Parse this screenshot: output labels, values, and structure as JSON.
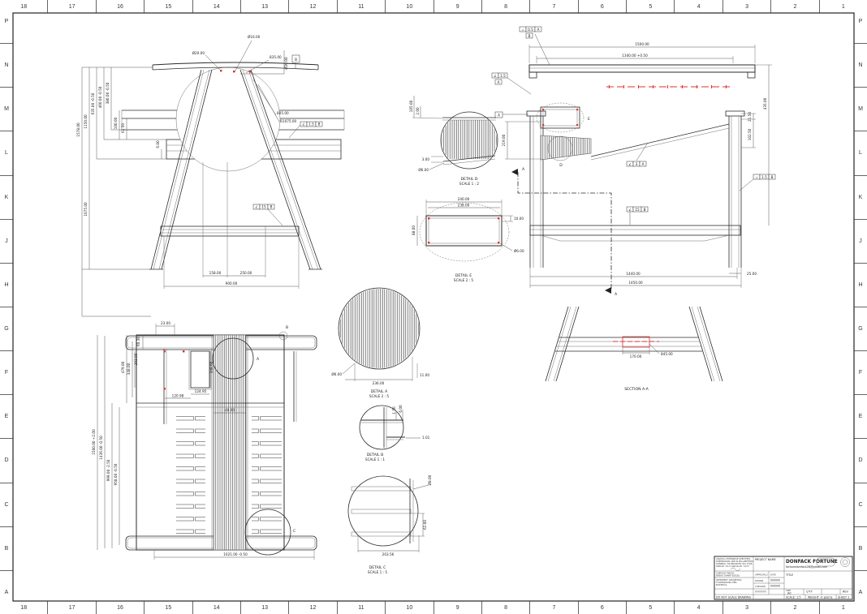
{
  "border": {
    "cols": [
      "18",
      "17",
      "16",
      "15",
      "14",
      "13",
      "12",
      "11",
      "10",
      "9",
      "8",
      "7",
      "6",
      "5",
      "4",
      "3",
      "2",
      "1"
    ],
    "rows": [
      "P",
      "N",
      "M",
      "L",
      "K",
      "J",
      "H",
      "G",
      "F",
      "E",
      "D",
      "C",
      "B",
      "A"
    ]
  },
  "side": {
    "dia20": "Ø20.00",
    "dia16": "Ø16.00",
    "d835": "835.00",
    "dia20v": "Ø20.00",
    "datum": "B",
    "d805": "805.00",
    "r1075": "R1075.00",
    "c1": "1578.00",
    "c2": "1150.00",
    "c3": "635.00 -0.50",
    "c4": "460.00 -0.50",
    "c5": "380.00 -0.50",
    "c6": "100.00",
    "c7": "61.50",
    "c8": "6.00",
    "c9": "1075.00",
    "b1": "158.00",
    "b2": "250.00",
    "b3": "900.00",
    "fcf1": {
      "s": "∠",
      "v": "1.5",
      "d": "B"
    },
    "fcf2": {
      "s": "∠",
      "v": "15",
      "d": "B"
    }
  },
  "front": {
    "d1500": "1500.00",
    "d1340": "1340.00 +0.50",
    "d435": "435.00",
    "d2150": "21.50",
    "d10250": "102.50",
    "d219": "219.00",
    "d1440": "1440.00",
    "d1450": "1450.00",
    "d25": "25.00",
    "fcf_top": {
      "s": "⊥",
      "v": "0.5",
      "d": "A"
    },
    "datum_top": "B",
    "fcf_left": {
      "s": "∠",
      "v": "1.5"
    },
    "datum_left": "A",
    "datum_edge": "A",
    "fcf_diag": {
      "s": "∠",
      "v": "3",
      "d": "A"
    },
    "fcf_str": {
      "s": "∠",
      "v": "15",
      "d": "B"
    },
    "fcf_leg": {
      "s": "⊥",
      "v": "1.5",
      "d": "B"
    },
    "lblD": "D",
    "lblE": "E",
    "secA": "A"
  },
  "details": {
    "d": {
      "t": "DETAIL D",
      "s": "SCALE 1 : 2",
      "d1": "105.00",
      "d2": "2.00",
      "d3": "3.00",
      "d4": "Ø6.00"
    },
    "e": {
      "t": "DETAIL E",
      "s": "SCALE 2 : 5",
      "d1": "240.00",
      "d2": "238.00",
      "d3": "10.00",
      "d4": "88.00",
      "d5": "Ø6.00"
    },
    "a": {
      "t": "DETAIL A",
      "s": "SCALE 2 : 5",
      "d1": "Ø6.00",
      "d2": "236.00",
      "d3": "11.00"
    },
    "b": {
      "t": "DETAIL B",
      "s": "SCALE 1 : 1",
      "d1": "1.50",
      "d2": "6.00",
      "d3": "1.01"
    },
    "c": {
      "t": "DETAIL C",
      "s": "SCALE 1 : 5",
      "d1": "Ø8.00",
      "d2": "62.00",
      "d3": "203.56"
    }
  },
  "plan": {
    "d23": "23.00",
    "d6030": "60.30",
    "d479": "479.00",
    "d348a": "348.00",
    "d293": "293.00",
    "d348b": "348.00",
    "d12495": "124.95",
    "d12098": "120.98",
    "d40": "40.00",
    "d1500": "1500.00 +2.00",
    "d1436": "1436.00 -0.50",
    "d999": "999.00 -2.50",
    "d958": "958.00 -0.50",
    "d1021": "1021.00 -0.50",
    "lblA": "A",
    "lblB": "B",
    "lblC": "C"
  },
  "section": {
    "title": "SECTION A-A",
    "d170": "170.00",
    "d845": "845.00"
  },
  "tb": {
    "project_label": "PROJECT NAME",
    "author": "DONFACK FORTUNE",
    "email": "fortunedonfack28@gmail.com",
    "title_label": "TITLE",
    "approvals": "APPROVALS",
    "date": "DATE",
    "drawn": "DRAWN",
    "checked": "CHECKED",
    "size_label": "SIZE",
    "size": "A0",
    "qty": "Q'TY",
    "rev": "REV",
    "scale": "SCALE: 1:5",
    "weight": "WEIGHT: in grams",
    "sheet": "SHEET 1",
    "dns": "DO NOT SCALE DRAWING",
    "n1": [
      "UNLESS OTHERWISE SPECIFIED:",
      "DIMENSIONS ARE IN MILLIMETERS",
      "GENERAL TOLERANCES ISO 2768",
      "LINEAR: ±0.5  ANGULAR: ±0.5°"
    ],
    "n2": [
      "SURFACE FINISH:",
      "BREAK SHARP EDGES"
    ],
    "n3": [
      "INTERPRET GEOMETRIC",
      "TOLERANCING PER:",
      "MATERIAL:"
    ]
  }
}
